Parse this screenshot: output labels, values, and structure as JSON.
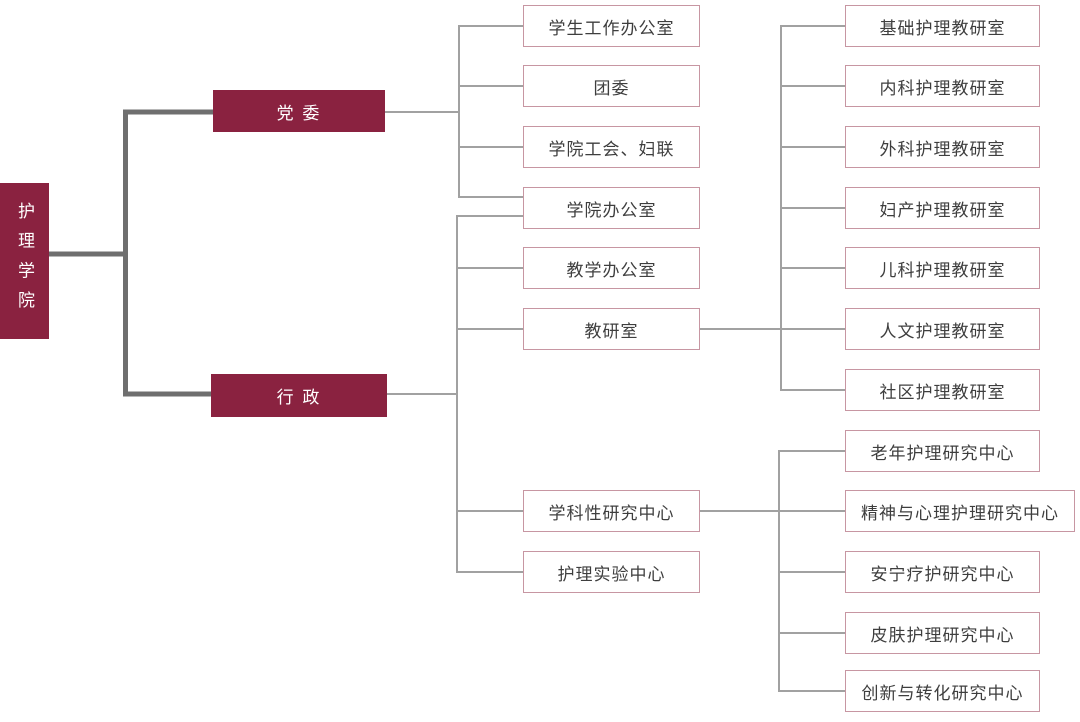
{
  "colors": {
    "node_fill": "#8a2240",
    "node_text": "#ffffff",
    "box_border": "#c796a2",
    "box_text": "#3e3e3e",
    "line_thick": "#6f6f6f",
    "line_thin": "#a1a1a1",
    "background": "#ffffff"
  },
  "nodes": {
    "root": "护理学院",
    "party": "党 委",
    "admin": "行 政",
    "middle": [
      "学生工作办公室",
      "团委",
      "学院工会、妇联",
      "学院办公室",
      "教学办公室",
      "教研室",
      "学科性研究中心",
      "护理实验中心"
    ],
    "teaching": [
      "基础护理教研室",
      "内科护理教研室",
      "外科护理教研室",
      "妇产护理教研室",
      "儿科护理教研室",
      "人文护理教研室",
      "社区护理教研室"
    ],
    "research": [
      "老年护理研究中心",
      "精神与心理护理研究中心",
      "安宁疗护研究中心",
      "皮肤护理研究中心",
      "创新与转化研究中心"
    ]
  }
}
